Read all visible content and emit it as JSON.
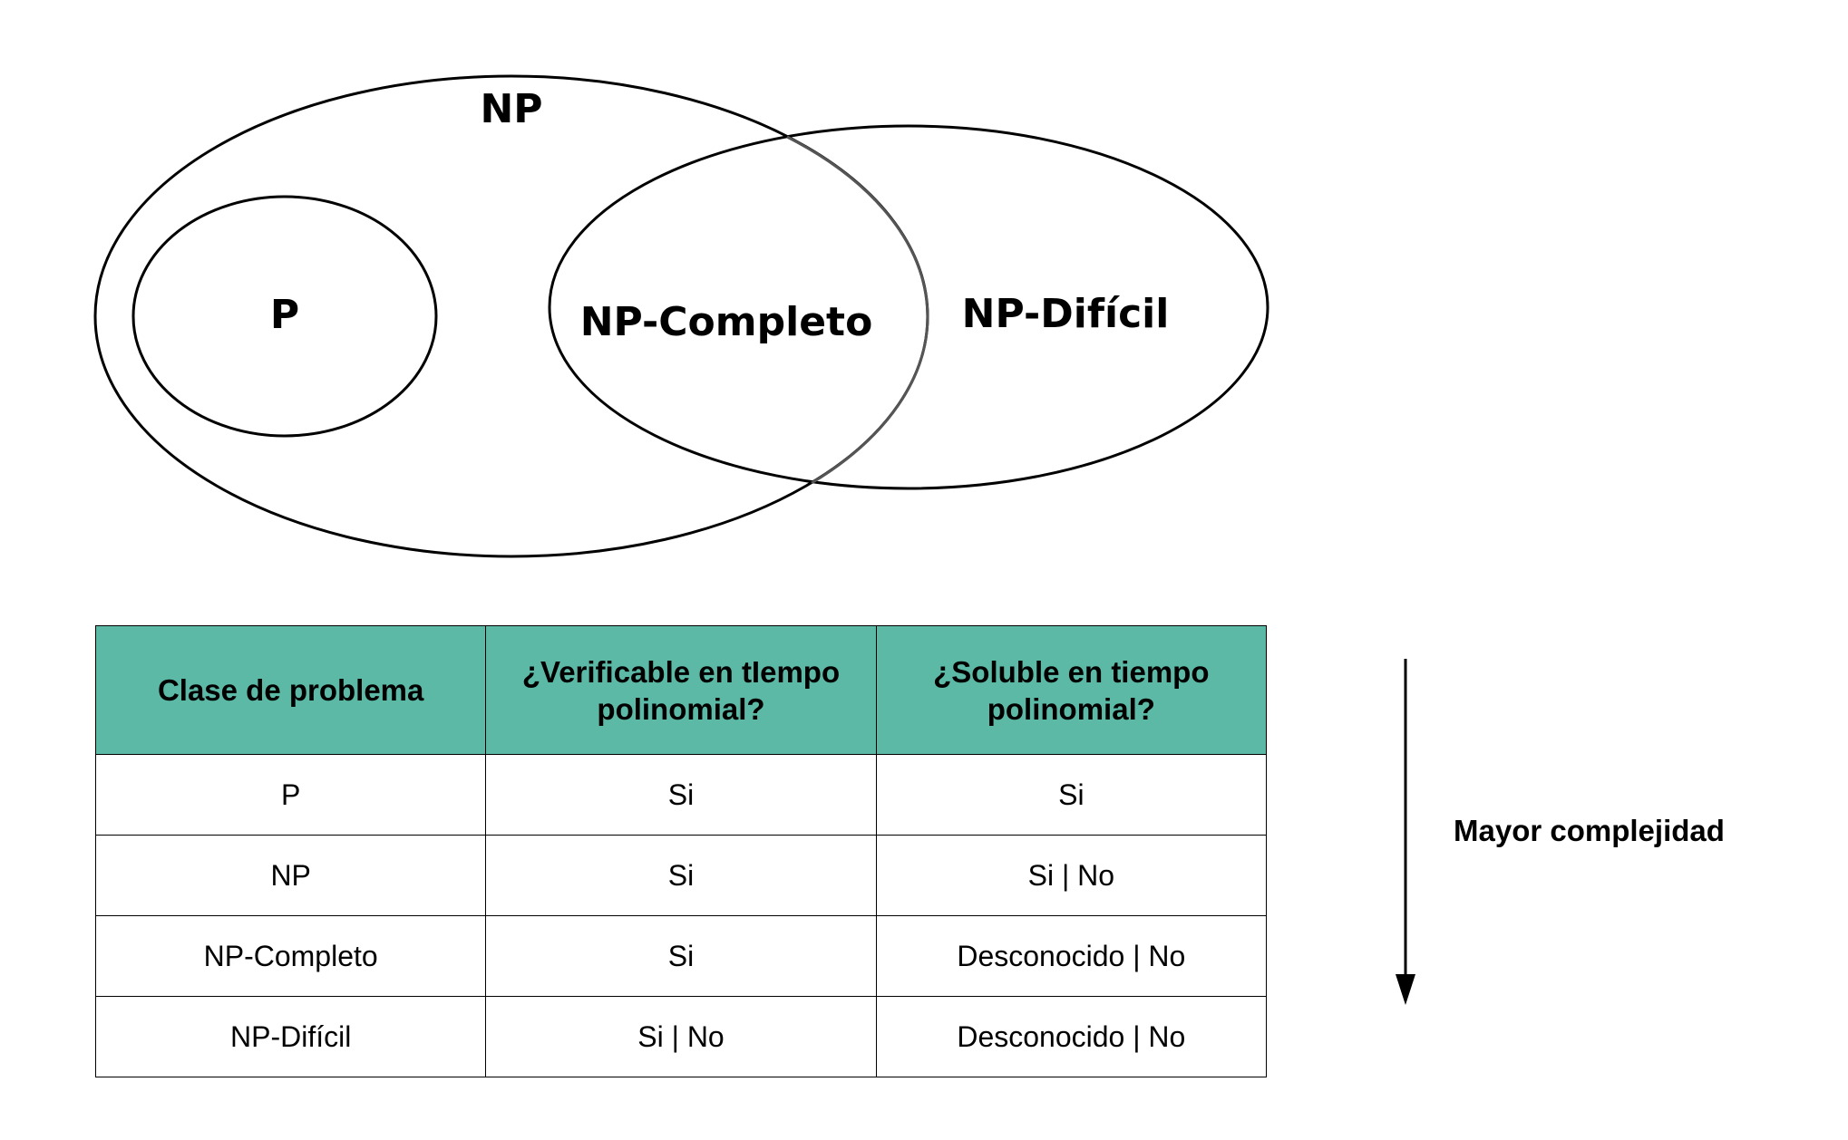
{
  "diagram": {
    "sets": {
      "np": "NP",
      "p": "P",
      "np_complete": "NP-Completo",
      "np_hard": "NP-Difícil"
    }
  },
  "table": {
    "headers": [
      "Clase de problema",
      "¿Verificable en tIempo polinomial?",
      "¿Soluble en tiempo polinomial?"
    ],
    "header_color": "#5bb9a6",
    "rows": [
      [
        "P",
        "Si",
        "Si"
      ],
      [
        "NP",
        "Si",
        "Si | No"
      ],
      [
        "NP-Completo",
        "Si",
        "Desconocido | No"
      ],
      [
        "NP-Difícil",
        "Si | No",
        "Desconocido | No"
      ]
    ]
  },
  "arrow": {
    "label": "Mayor complejidad",
    "direction": "down"
  }
}
